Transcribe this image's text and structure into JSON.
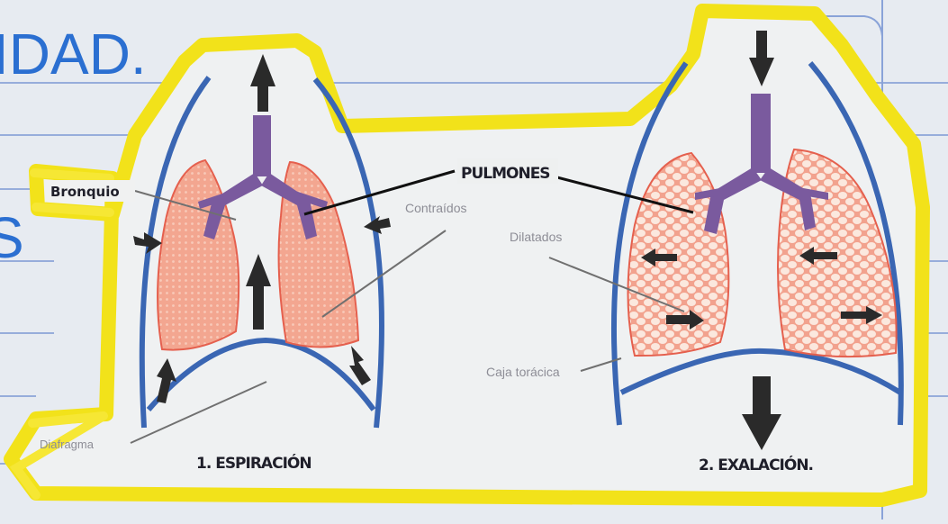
{
  "notebook": {
    "heading_fragment": "IDAD.",
    "side_fragment": "S"
  },
  "diagram": {
    "labels": {
      "bronquio": "Bronquio",
      "pulmones": "PULMONES",
      "contraidos": "Contraídos",
      "dilatados": "Dilatados",
      "caja_toracica": "Caja torácica",
      "diafragma": "Diafragma"
    },
    "panel_left_caption": "1. ESPIRACIÓN",
    "panel_right_caption": "2. EXALACIÓN.",
    "colors": {
      "highlighter": "#f2e21a",
      "rib_cage": "#3a66b3",
      "lung_fill": "#f0a08a",
      "lung_outline": "#e5604e",
      "trachea": "#7a5a9e",
      "arrow": "#2a2a2a",
      "notebook_line": "#7f98d6",
      "notebook_ink": "#2b6fd1"
    }
  }
}
